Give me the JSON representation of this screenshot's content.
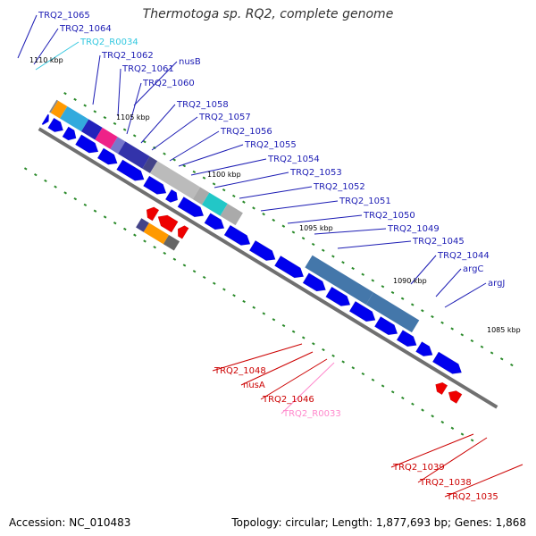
{
  "title": "Thermotoga sp. RQ2, complete genome",
  "footer": {
    "accession": "Accession: NC_010483",
    "topology": "Topology: circular; Length: 1,877,693 bp; Genes: 1,868"
  },
  "colors": {
    "backbone": "#707070",
    "forward_gene": "#0000ee",
    "reverse_gene": "#ee0000",
    "label_forward": "#1c1cb4",
    "label_reverse": "#cc0000",
    "label_rna": "#33c8e0",
    "label_pseudo": "#ff88cc",
    "tick": "#2a8a2a"
  },
  "kbp_marks": [
    "1110 kbp",
    "1105 kbp",
    "1100 kbp",
    "1095 kbp",
    "1090 kbp",
    "1085 kbp"
  ],
  "gene_labels": [
    {
      "text": "TRQ2_1065",
      "kind": "forward"
    },
    {
      "text": "TRQ2_1064",
      "kind": "forward"
    },
    {
      "text": "TRQ2_R0034",
      "kind": "rna"
    },
    {
      "text": "TRQ2_1062",
      "kind": "forward"
    },
    {
      "text": "nusB",
      "kind": "forward"
    },
    {
      "text": "TRQ2_1061",
      "kind": "forward"
    },
    {
      "text": "TRQ2_1060",
      "kind": "forward"
    },
    {
      "text": "TRQ2_1058",
      "kind": "forward"
    },
    {
      "text": "TRQ2_1057",
      "kind": "forward"
    },
    {
      "text": "TRQ2_1056",
      "kind": "forward"
    },
    {
      "text": "TRQ2_1055",
      "kind": "forward"
    },
    {
      "text": "TRQ2_1054",
      "kind": "forward"
    },
    {
      "text": "TRQ2_1053",
      "kind": "forward"
    },
    {
      "text": "TRQ2_1052",
      "kind": "forward"
    },
    {
      "text": "TRQ2_1051",
      "kind": "forward"
    },
    {
      "text": "TRQ2_1050",
      "kind": "forward"
    },
    {
      "text": "TRQ2_1049",
      "kind": "forward"
    },
    {
      "text": "TRQ2_1045",
      "kind": "forward"
    },
    {
      "text": "TRQ2_1044",
      "kind": "forward"
    },
    {
      "text": "argC",
      "kind": "forward"
    },
    {
      "text": "argJ",
      "kind": "forward"
    },
    {
      "text": "TRQ2_1048",
      "kind": "reverse"
    },
    {
      "text": "nusA",
      "kind": "reverse"
    },
    {
      "text": "TRQ2_1046",
      "kind": "reverse"
    },
    {
      "text": "TRQ2_R0033",
      "kind": "pseudo"
    },
    {
      "text": "TRQ2_1039",
      "kind": "reverse"
    },
    {
      "text": "TRQ2_1038",
      "kind": "reverse"
    },
    {
      "text": "TRQ2_1035",
      "kind": "reverse"
    }
  ]
}
